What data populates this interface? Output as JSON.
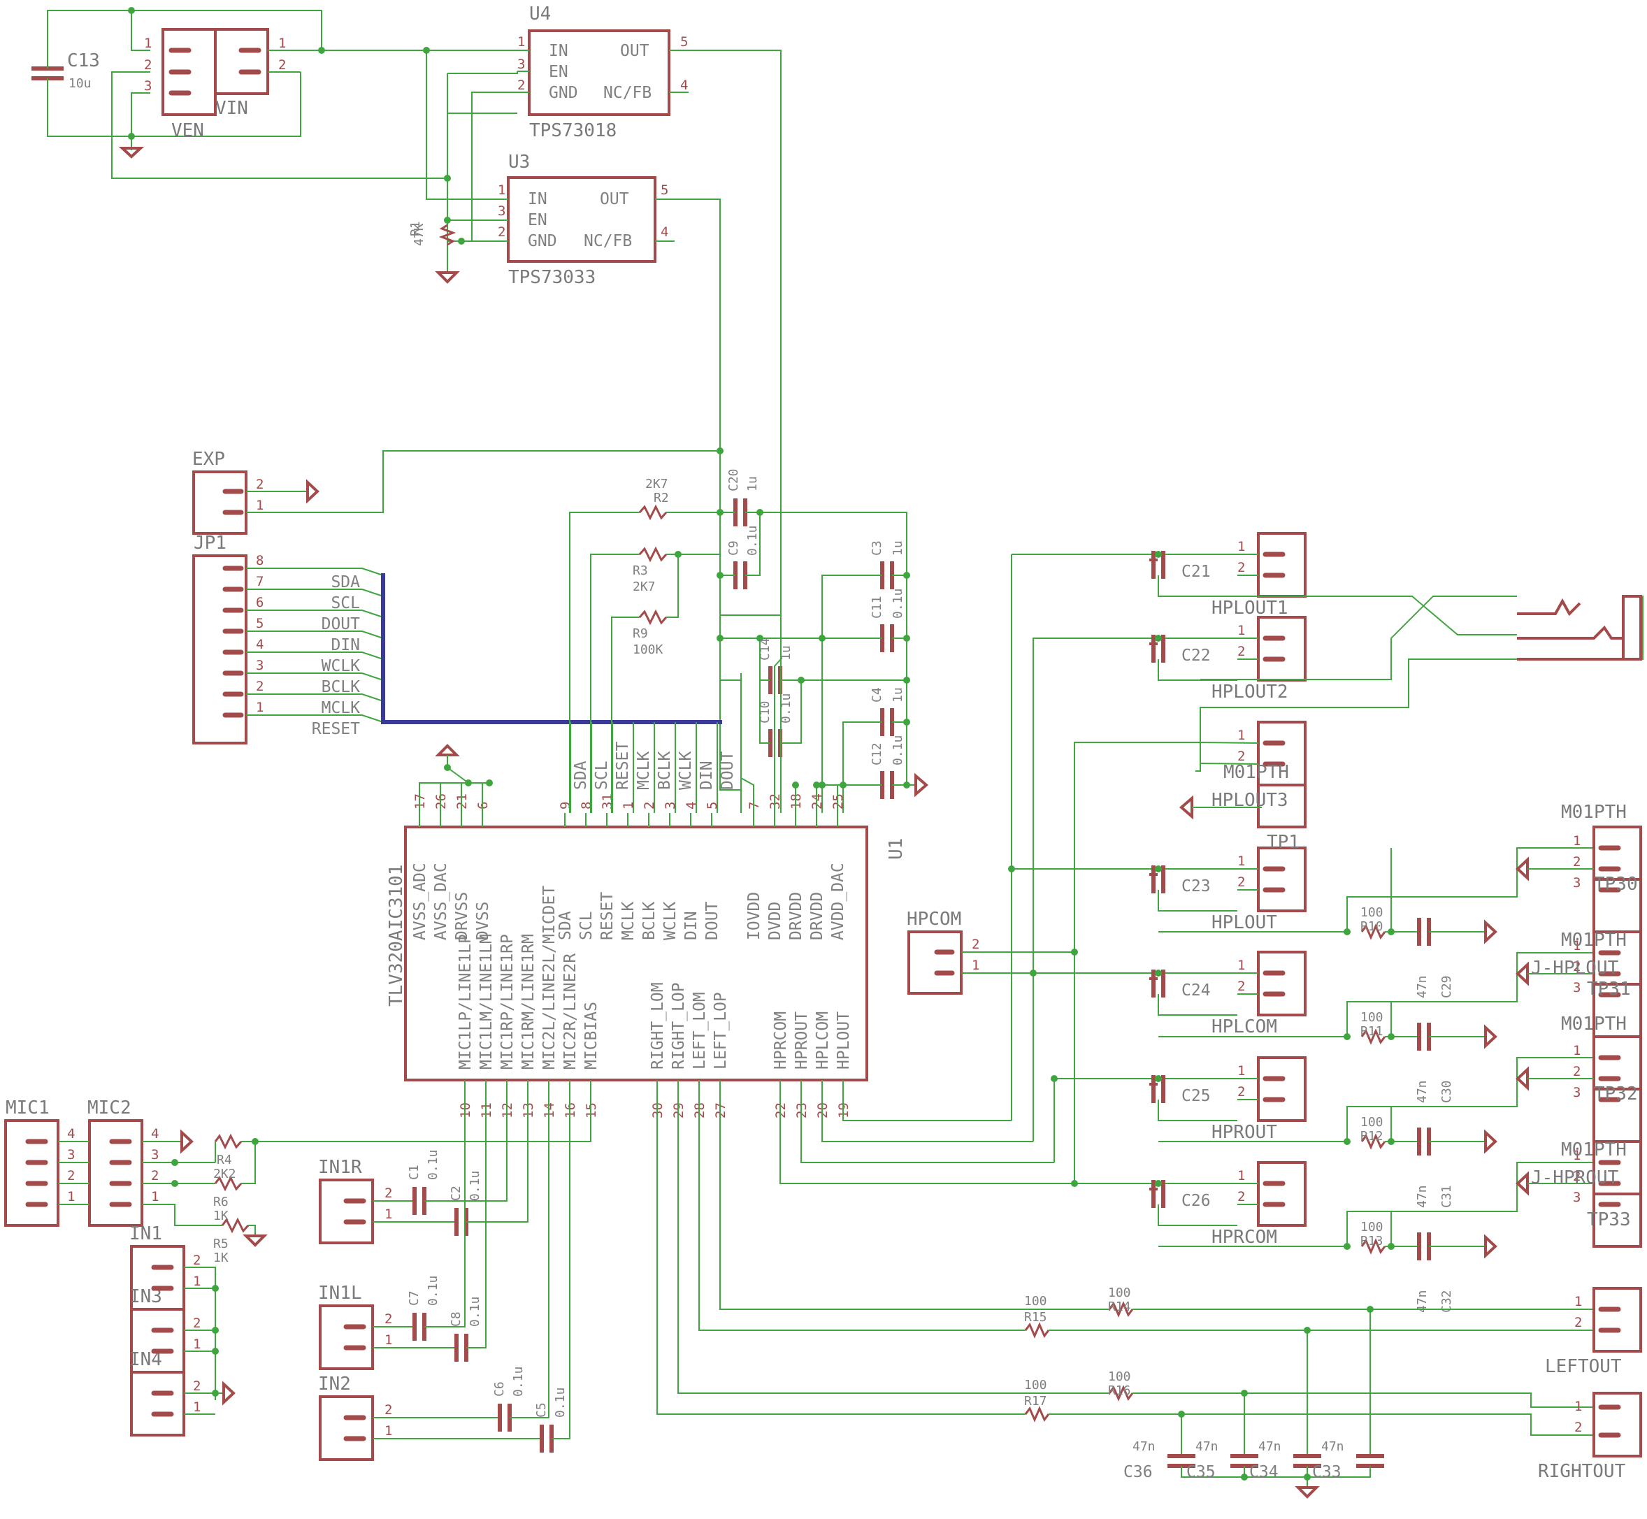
{
  "regulators": [
    {
      "ref": "U4",
      "part": "TPS73018",
      "pins": [
        "IN",
        "EN",
        "GND",
        "OUT",
        "NC/FB"
      ],
      "pin_numbers": [
        "1",
        "3",
        "2",
        "5",
        "4"
      ]
    },
    {
      "ref": "U3",
      "part": "TPS73033",
      "pins": [
        "IN",
        "EN",
        "GND",
        "OUT",
        "NC/FB"
      ],
      "pin_numbers": [
        "1",
        "3",
        "2",
        "5",
        "4"
      ]
    }
  ],
  "power_in": {
    "c13_ref": "C13",
    "c13_val": "10u",
    "ven": "VEN",
    "vin": "VIN",
    "r1_ref": "R1",
    "r1_val": "47K"
  },
  "exp": {
    "ref": "EXP",
    "pins": [
      "2",
      "1"
    ]
  },
  "jp1": {
    "ref": "JP1",
    "pin_numbers": [
      "8",
      "7",
      "6",
      "5",
      "4",
      "3",
      "2",
      "1"
    ],
    "signals": [
      "SDA",
      "SCL",
      "DOUT",
      "DIN",
      "WCLK",
      "BCLK",
      "MCLK",
      "RESET"
    ]
  },
  "codec": {
    "ref": "U1",
    "part": "TLV320AIC3101",
    "top_pins": [
      {
        "no": "17",
        "name": "AVSS_ADC"
      },
      {
        "no": "26",
        "name": "AVSS_DAC"
      },
      {
        "no": "21",
        "name": "DRVSS"
      },
      {
        "no": "6",
        "name": "DVSS"
      },
      {
        "no": "9",
        "name": "SDA"
      },
      {
        "no": "8",
        "name": "SCL"
      },
      {
        "no": "31",
        "name": "RESET"
      },
      {
        "no": "1",
        "name": "MCLK"
      },
      {
        "no": "2",
        "name": "BCLK"
      },
      {
        "no": "3",
        "name": "WCLK"
      },
      {
        "no": "4",
        "name": "DIN"
      },
      {
        "no": "5",
        "name": "DOUT"
      },
      {
        "no": "7",
        "name": "IOVDD"
      },
      {
        "no": "32",
        "name": "DVDD"
      },
      {
        "no": "18",
        "name": "DRVDD"
      },
      {
        "no": "24",
        "name": "DRVDD"
      },
      {
        "no": "25",
        "name": "AVDD_DAC"
      }
    ],
    "bottom_pins": [
      {
        "no": "10",
        "name": "MIC1LP/LINE1LP"
      },
      {
        "no": "11",
        "name": "MIC1LM/LINE1LM"
      },
      {
        "no": "12",
        "name": "MIC1RP/LINE1RP"
      },
      {
        "no": "13",
        "name": "MIC1RM/LINE1RM"
      },
      {
        "no": "14",
        "name": "MIC2L/LINE2L/MICDET"
      },
      {
        "no": "16",
        "name": "MIC2R/LINE2R"
      },
      {
        "no": "15",
        "name": "MICBIAS"
      },
      {
        "no": "30",
        "name": "RIGHT_LOM"
      },
      {
        "no": "29",
        "name": "RIGHT_LOP"
      },
      {
        "no": "28",
        "name": "LEFT_LOM"
      },
      {
        "no": "27",
        "name": "LEFT_LOP"
      },
      {
        "no": "22",
        "name": "HPRCOM"
      },
      {
        "no": "23",
        "name": "HPROUT"
      },
      {
        "no": "20",
        "name": "HPLCOM"
      },
      {
        "no": "19",
        "name": "HPLOUT"
      }
    ],
    "top_labels": [
      "SDA",
      "SCL",
      "RESET",
      "MCLK",
      "BCLK",
      "WCLK",
      "DIN",
      "DOUT"
    ]
  },
  "decoupling": [
    {
      "ref": "C20",
      "val": "1u"
    },
    {
      "ref": "C9",
      "val": "0.1u"
    },
    {
      "ref": "C3",
      "val": "1u"
    },
    {
      "ref": "C11",
      "val": "0.1u"
    },
    {
      "ref": "C14",
      "val": "1u"
    },
    {
      "ref": "C10",
      "val": "0.1u"
    },
    {
      "ref": "C4",
      "val": "1u"
    },
    {
      "ref": "C12",
      "val": "0.1u"
    }
  ],
  "pullups": [
    {
      "ref": "R2",
      "val": "2K7"
    },
    {
      "ref": "R3",
      "val": "2K7"
    },
    {
      "ref": "R9",
      "val": "100K"
    }
  ],
  "hp_caps": [
    "C21",
    "C22",
    "C23",
    "C24",
    "C25",
    "C26"
  ],
  "hp_connectors": [
    "HPLOUT1",
    "HPLOUT2",
    "M01PTH",
    "HPLOUT3",
    "TP1",
    "HPLOUT",
    "HPLCOM",
    "HPROUT",
    "HPRCOM"
  ],
  "hpcom": {
    "ref": "HPCOM",
    "pins": [
      "2",
      "1"
    ]
  },
  "filters": [
    {
      "r": "R10",
      "rv": "100",
      "c": "C29",
      "cv": "47n"
    },
    {
      "r": "R11",
      "rv": "100",
      "c": "C30",
      "cv": "47n"
    },
    {
      "r": "R12",
      "rv": "100",
      "c": "C31",
      "cv": "47n"
    },
    {
      "r": "R13",
      "rv": "100",
      "c": "C32",
      "cv": "47n"
    }
  ],
  "test_points": [
    {
      "header": "M01PTH",
      "tp": "TP30"
    },
    {
      "header": "M01PTH",
      "tp": "J-HPLOUT"
    },
    {
      "header": "TP31",
      "tp": "M01PTH"
    },
    {
      "header": "TP32",
      "tp": "M01PTH"
    },
    {
      "header": "J-HPROUT",
      "tp": "TP33"
    }
  ],
  "line_out": {
    "left": "LEFTOUT",
    "right": "RIGHTOUT",
    "resistors": [
      {
        "ref": "R14",
        "val": "100"
      },
      {
        "ref": "R15",
        "val": "100"
      },
      {
        "ref": "R16",
        "val": "100"
      },
      {
        "ref": "R17",
        "val": "100"
      }
    ],
    "caps": [
      {
        "ref": "C36",
        "val": "47n"
      },
      {
        "ref": "C35",
        "val": "47n"
      },
      {
        "ref": "C34",
        "val": "47n"
      },
      {
        "ref": "C33",
        "val": "47n"
      }
    ]
  },
  "mic": {
    "mic1": "MIC1",
    "mic2": "MIC2",
    "pins": [
      "4",
      "3",
      "2",
      "1"
    ],
    "r4": "R4",
    "r4v": "2K2",
    "r6": "R6",
    "r6v": "1K",
    "r5": "R5",
    "r5v": "1K"
  },
  "inputs": [
    {
      "ref": "IN1R",
      "c1": "C1",
      "c1v": "0.1u",
      "c2": "C2",
      "c2v": "0.1u"
    },
    {
      "ref": "IN1L",
      "c1": "C7",
      "c1v": "0.1u",
      "c2": "C8",
      "c2v": "0.1u"
    },
    {
      "ref": "IN2",
      "c1": "C6",
      "c1v": "0.1u",
      "c2": "C5",
      "c2v": "0.1u"
    }
  ],
  "in_headers": [
    "IN1",
    "IN3",
    "IN4"
  ]
}
